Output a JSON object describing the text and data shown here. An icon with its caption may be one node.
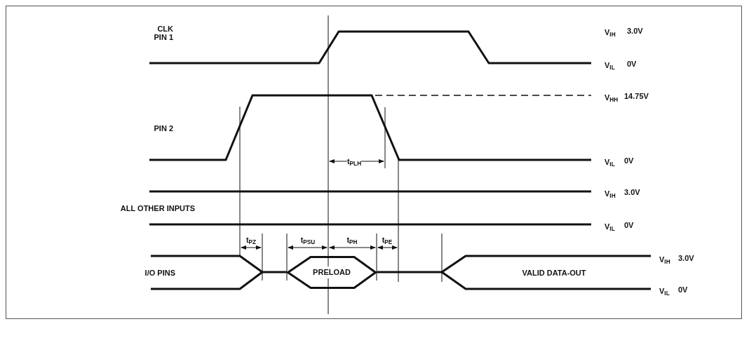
{
  "diagram": {
    "nodes": [
      {
        "text": [
          "PRELOAD"
        ]
      }
    ],
    "labels": [
      "CLK PIN 1",
      "V$_{IH}$",
      "3.0V",
      "V$_{IL}$",
      "0V",
      "V$_{HH}$",
      "14.75V",
      "PIN 2",
      "t$_{PLH}$",
      "V$_{IL}$",
      "0V",
      "V$_{IH}$",
      "3.0V",
      "ALL OTHER INPUTS",
      "V$_{IL}$",
      "0V",
      "t$_{PZ}$",
      "t$_{PSU}$",
      "t$_{PH}$",
      "t$_{PE}$",
      "I/O PINS",
      "VALID DATA-OUT",
      "V$_{IH}$",
      "3.0V",
      "V$_{IL}$",
      "0V"
    ]
  }
}
